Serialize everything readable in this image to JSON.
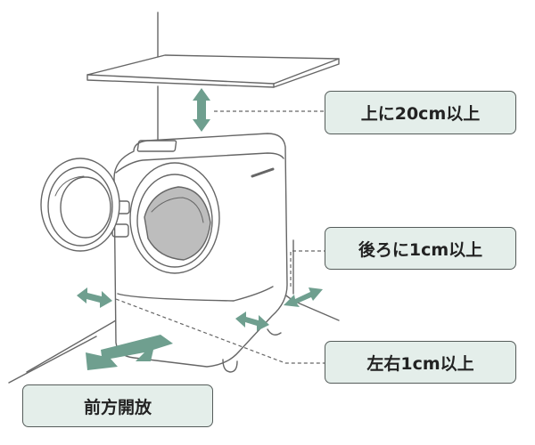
{
  "labels": {
    "top_clearance": "上に20cm以上",
    "back_clearance": "後ろに1cm以上",
    "side_clearance": "左右1cm以上",
    "front_open": "前方開放"
  },
  "colors": {
    "line": "#666666",
    "arrow": "#6f9f8f",
    "callout_fill": "#e4eeea",
    "callout_border": "#555c5a"
  },
  "icons": {
    "top_arrow": "double-arrow-vertical",
    "back_arrow": "diagonal-arrow",
    "side_arrows": "double-arrow-horizontal",
    "front_arrow": "wide-arrow-forward"
  }
}
